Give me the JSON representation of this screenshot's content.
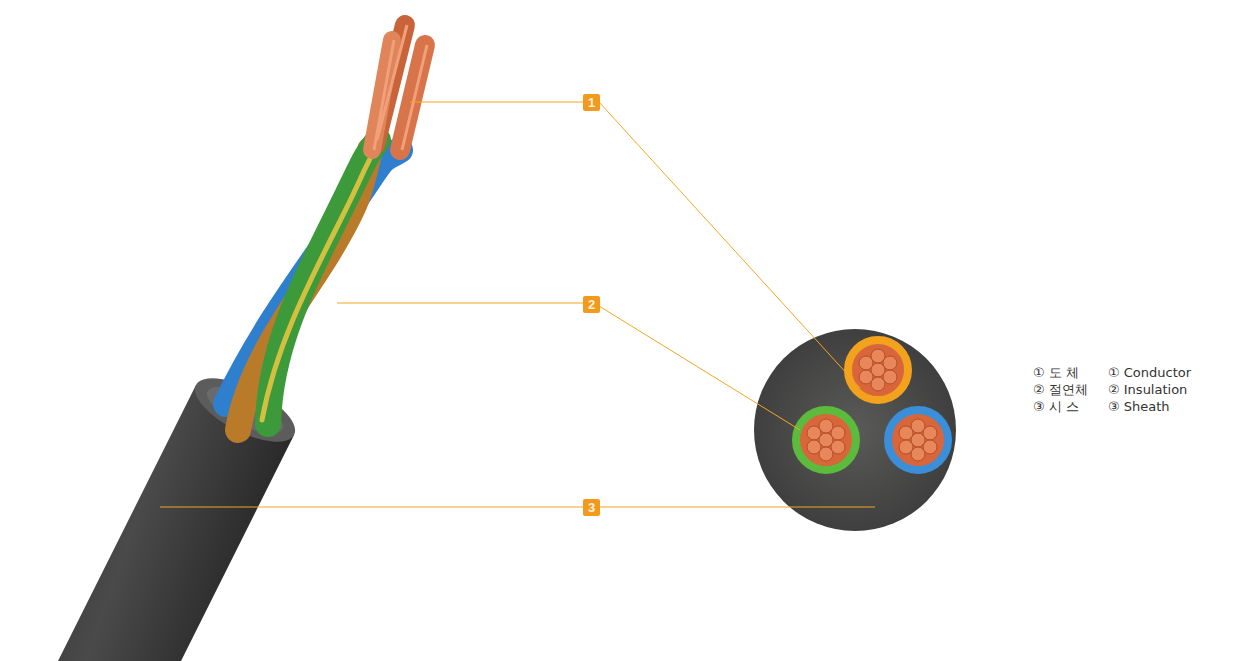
{
  "diagram": {
    "nodes": [
      {
        "text": [
          "1"
        ]
      },
      {
        "text": [
          "2"
        ]
      },
      {
        "text": [
          "3"
        ]
      }
    ],
    "labels": [
      "① 도 체",
      "② 절연체",
      "③ 시 스",
      "① Conductor",
      "② Insulation",
      "③ Sheath"
    ]
  }
}
